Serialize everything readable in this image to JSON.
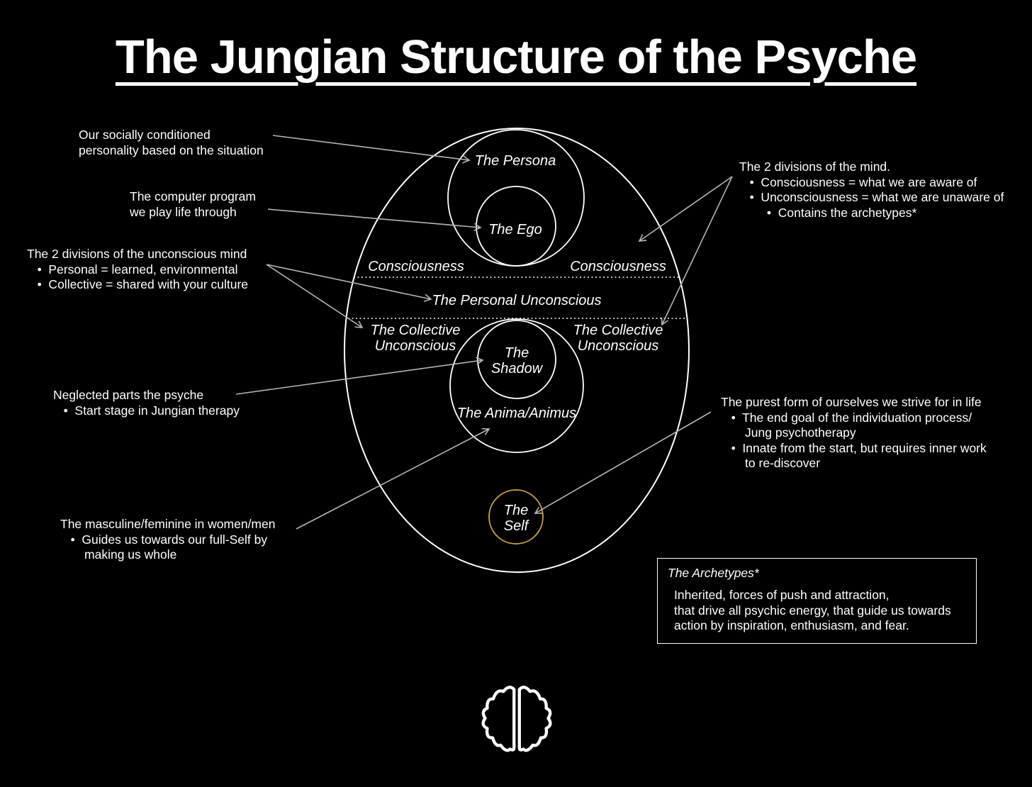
{
  "title": "The Jungian Structure of the Psyche",
  "colors": {
    "background": "#000000",
    "text": "#ffffff",
    "arrow": "#b5b5b5",
    "circle_stroke": "#ffffff",
    "self_gold": "#c9a440"
  },
  "diagram": {
    "persona_label": "The Persona",
    "ego_label": "The Ego",
    "consciousness_left": "Consciousness",
    "consciousness_right": "Consciousness",
    "personal_unconscious": "The Personal Unconscious",
    "collective_left": [
      "The Collective",
      "Unconscious"
    ],
    "collective_right": [
      "The Collective",
      "Unconscious"
    ],
    "shadow": [
      "The",
      "Shadow"
    ],
    "anima_label": "The Anima/Animus",
    "self": [
      "The",
      "Self"
    ]
  },
  "annotations": {
    "persona_note": [
      "Our socially conditioned",
      "personality based on the situation"
    ],
    "ego_note": [
      "The computer program",
      "we play life through"
    ],
    "unconscious_note": [
      "The 2 divisions of the unconscious mind",
      "   •  Personal = learned, environmental",
      "   •  Collective = shared with your culture"
    ],
    "shadow_note": [
      "Neglected parts the psyche",
      "   •  Start stage in Jungian therapy"
    ],
    "anima_note": [
      "The masculine/feminine in women/men",
      "   •  Guides us towards our full-Self by",
      "       making us whole"
    ],
    "mind_note": [
      "The 2 divisions of the mind.",
      "   •  Consciousness = what we are aware of",
      "   •  Unconsciousness = what we are unaware of",
      "        •  Contains the archetypes*"
    ],
    "self_note": [
      "The purest form of ourselves we strive for in life",
      "   •  The end goal of the individuation process/",
      "       Jung psychotherapy",
      "   •  Innate from the start, but requires inner work",
      "       to re-discover"
    ]
  },
  "archetypes_box": {
    "title": "The Archetypes*",
    "body": [
      "Inherited, forces of push and attraction,",
      "that drive all psychic energy, that guide us towards",
      "action by inspiration, enthusiasm, and fear."
    ]
  },
  "icons": {
    "brain": "brain-outline-icon"
  }
}
